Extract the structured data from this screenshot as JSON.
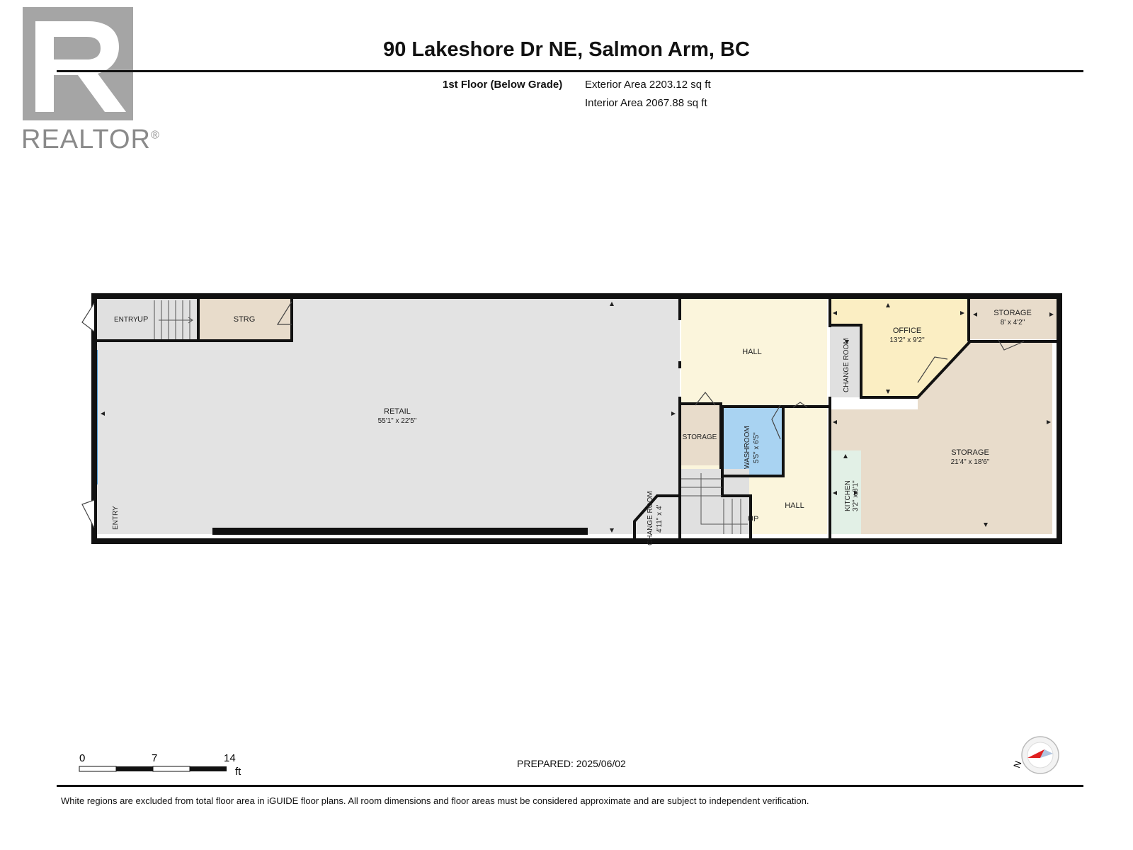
{
  "brand": {
    "name": "REALTOR",
    "registered": "®"
  },
  "header": {
    "title": "90 Lakeshore Dr NE, Salmon Arm, BC",
    "floor": "1st Floor (Below Grade)",
    "exterior_area": "Exterior Area 2203.12 sq ft",
    "interior_area": "Interior Area 2067.88 sq ft"
  },
  "rooms": {
    "retail": {
      "label": "RETAIL",
      "dims": "55'1\" x 22'5\""
    },
    "strg": {
      "label": "STRG"
    },
    "entry_top": {
      "label": "ENTRY"
    },
    "entry_bottom": {
      "label": "ENTRY"
    },
    "up_top": {
      "label": "UP"
    },
    "hall_upper": {
      "label": "HALL"
    },
    "hall_lower": {
      "label": "HALL"
    },
    "up_lower": {
      "label": "UP"
    },
    "storage_small": {
      "label": "STORAGE"
    },
    "washroom": {
      "label": "WASHROOM",
      "dims": "5'5\" x 6'5\""
    },
    "change_room_left": {
      "label": "CHANGE ROOM",
      "dims": "4'11\" x 4'"
    },
    "change_room_right": {
      "label": "CHANGE ROOM"
    },
    "office": {
      "label": "OFFICE",
      "dims": "13'2\" x 9'2\""
    },
    "storage_top": {
      "label": "STORAGE",
      "dims": "8' x 4'2\""
    },
    "storage_large": {
      "label": "STORAGE",
      "dims": "21'4\" x 18'6\""
    },
    "kitchen": {
      "label": "KITCHEN",
      "dims": "3'2\" x 8'1\""
    }
  },
  "colors": {
    "retail": "#e3e3e3",
    "hall": "#fbf5dc",
    "office": "#fbeec3",
    "storage": "#e8dccb",
    "washroom": "#a9d3f2",
    "kitchen": "#e2f0e6",
    "window": "#4a98d4",
    "wall": "#111111"
  },
  "scale": {
    "ticks": [
      "0",
      "7",
      "14"
    ],
    "unit": "ft"
  },
  "compass": {
    "label": "N"
  },
  "footer": {
    "prepared": "PREPARED: 2025/06/02",
    "disclaimer": "White regions are excluded from total floor area in iGUIDE floor plans. All room dimensions and floor areas must be considered approximate and are subject to independent verification."
  }
}
